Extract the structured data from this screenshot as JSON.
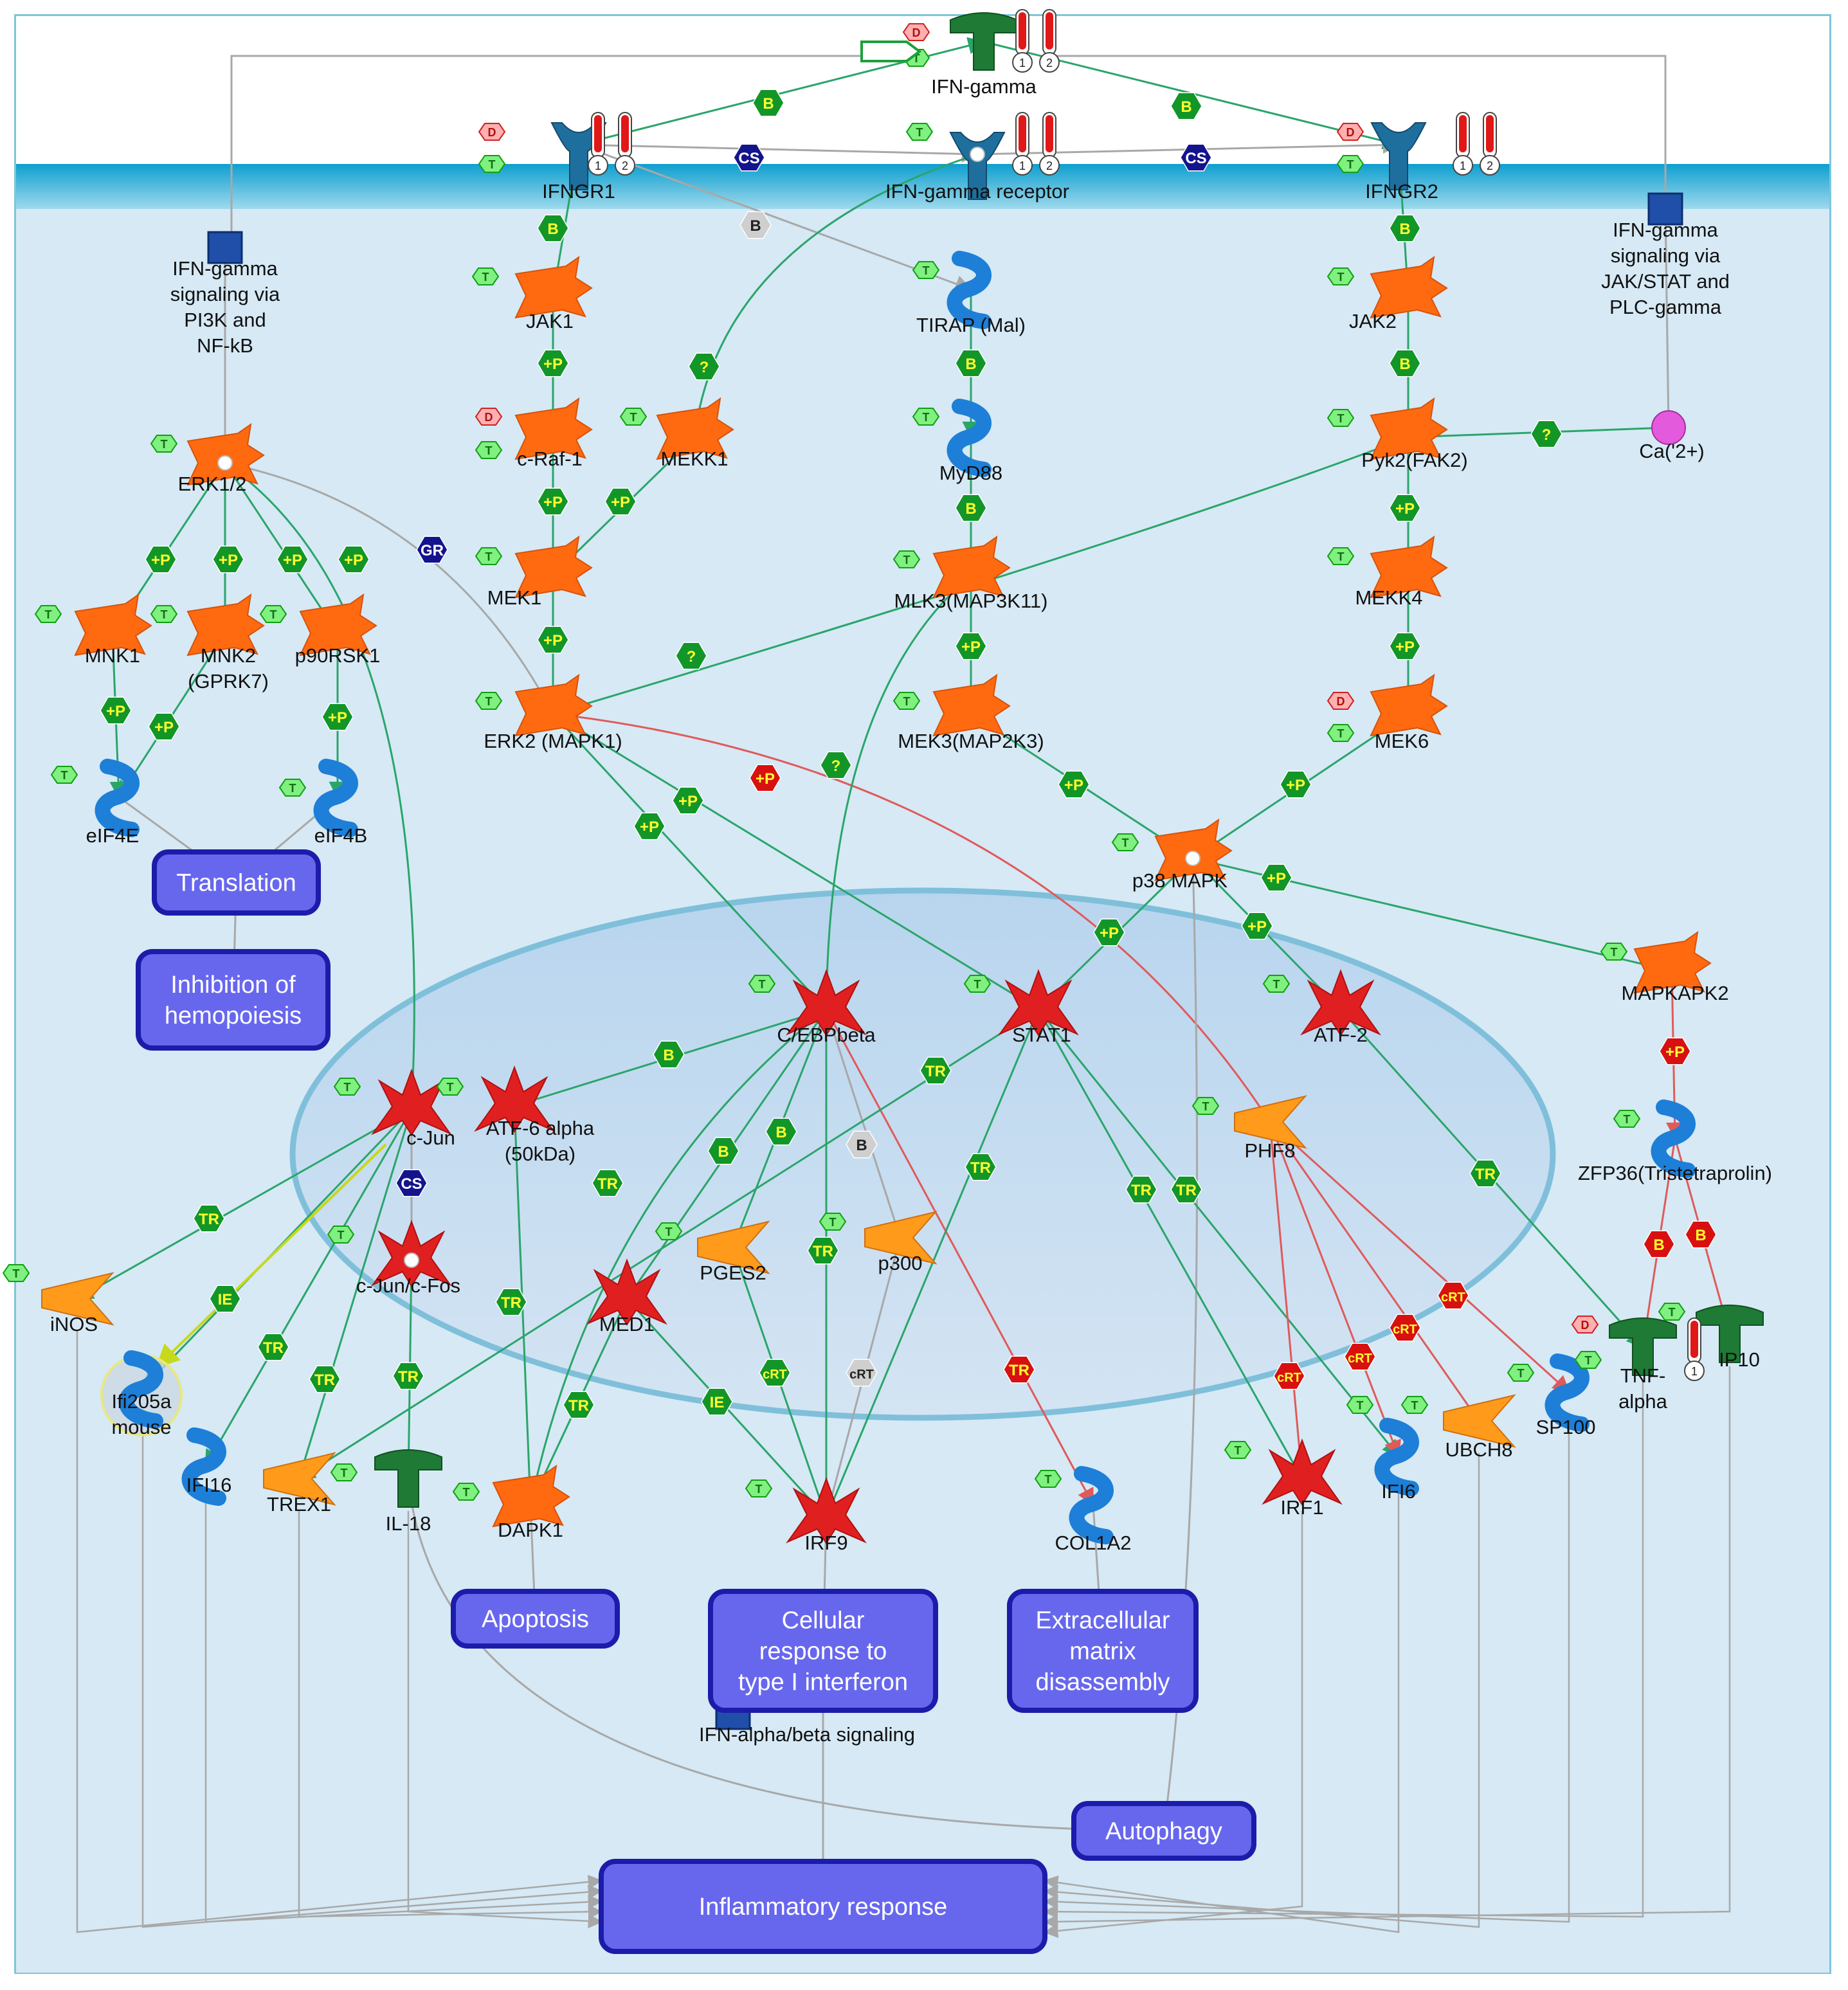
{
  "nodes": {
    "ifn_gamma": "IFN-gamma",
    "ifngr1": "IFNGR1",
    "ifn_gamma_receptor": "IFN-gamma receptor",
    "ifngr2": "IFNGR2",
    "ifn_gamma_pi3k": [
      "IFN-gamma",
      "signaling via",
      "PI3K and",
      "NF-kB"
    ],
    "ifn_gamma_jak": [
      "IFN-gamma",
      "signaling via",
      "JAK/STAT and",
      "PLC-gamma"
    ],
    "jak1": "JAK1",
    "jak2": "JAK2",
    "tirap": "TIRAP (Mal)",
    "myd88": "MyD88",
    "c_raf1": "c-Raf-1",
    "mekk1": "MEKK1",
    "erk12": "ERK1/2",
    "mek1": "MEK1",
    "mlk3": "MLK3(MAP3K11)",
    "pyk2": "Pyk2(FAK2)",
    "ca2": "Ca('2+)",
    "mekk4": "MEKK4",
    "mnk1": "MNK1",
    "mnk2": [
      "MNK2",
      "(GPRK7)"
    ],
    "p90rsk1": "p90RSK1",
    "erk2": "ERK2 (MAPK1)",
    "mek3": "MEK3(MAP2K3)",
    "mek6": "MEK6",
    "eif4e": "eIF4E",
    "eif4b": "eIF4B",
    "p38": "p38 MAPK",
    "mapkapk2": "MAPKAPK2",
    "cebpbeta": "C/EBPbeta",
    "stat1": "STAT1",
    "atf2": "ATF-2",
    "cjun": "c-Jun",
    "atf6": [
      "ATF-6 alpha",
      "(50kDa)"
    ],
    "phf8": "PHF8",
    "zfp36": "ZFP36(Tristetraprolin)",
    "cjun_cfos": "c-Jun/c-Fos",
    "inos": "iNOS",
    "ifi205": [
      "Ifi205a",
      "mouse"
    ],
    "pges2": "PGES2",
    "p300": "p300",
    "med1": "MED1",
    "ifi16": "IFI16",
    "trex1": "TREX1",
    "il18": "IL-18",
    "dapk1": "DAPK1",
    "irf9": "IRF9",
    "col1a2": "COL1A2",
    "irf1": "IRF1",
    "ifi6": "IFI6",
    "ubch8": "UBCH8",
    "sp100": "SP100",
    "tnf_alpha": [
      "TNF-",
      "alpha"
    ],
    "ip10": "IP10",
    "ifn_ab_signaling": "IFN-alpha/beta signaling"
  },
  "processes": {
    "translation": "Translation",
    "inhibition": [
      "Inhibition of",
      "hemopoiesis"
    ],
    "apoptosis": "Apoptosis",
    "cellular_response": [
      "Cellular",
      "response to",
      "type I interferon"
    ],
    "ecm": [
      "Extracellular",
      "matrix",
      "disassembly"
    ],
    "autophagy": "Autophagy",
    "inflammatory": "Inflammatory response"
  },
  "marker_labels": {
    "binding": "B",
    "phosphorylation": "+P",
    "unknown": "?",
    "transcription": "TR",
    "complex": "CS",
    "gr": "GR",
    "ie": "IE",
    "crt": "cRT",
    "tag_t": "T",
    "tag_d": "D",
    "num1": "1",
    "num2": "2"
  },
  "colors": {
    "activation": "#2aa56a",
    "inhibition": "#e05a5a",
    "unspecified": "#a8a8a8",
    "process_fill": "#6767ee",
    "membrane": "#29b2d8",
    "nucleus": "#c2dcef",
    "kinase": "#ff6a10",
    "tf": "#e02020",
    "enzyme": "#ff9a1a",
    "protein": "#1d7fd8",
    "ligand": "#1e7a35"
  }
}
